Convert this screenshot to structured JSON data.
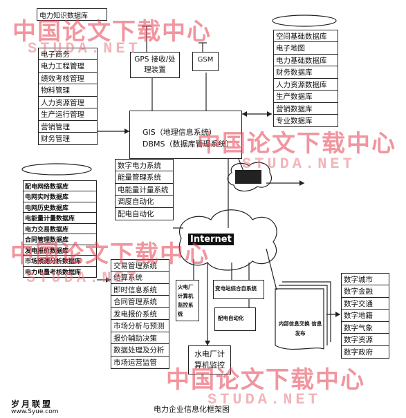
{
  "title_box": "电力知识数据库",
  "left_top_list": [
    "电子商务",
    "电力工程管理",
    "绩效考核管理",
    "物料管理",
    "人力资源管理",
    "生产运行管理",
    "营销管理",
    "财务管理"
  ],
  "gps_box": "GPS 接收/处理装置",
  "gsm_box": "GSM",
  "gis_line1": "GIS（地理信息系统）",
  "gis_line2": "DBMS（数据库管理系统）",
  "right_top_db": [
    "空间基础数据库",
    "电子地图",
    "电力基础数据库",
    "财务数据库",
    "人力资源数据库",
    "生产数据库",
    "营销数据库",
    "专业数据库"
  ],
  "middle_list": [
    "数字电力系统",
    "能量管理系统",
    "电能量计量系统",
    "调度自动化",
    "配电自动化"
  ],
  "left_db": [
    "配电网络数据库",
    "电网实时数据库",
    "电网历史数据库",
    "电能量计量数据库",
    "电力交易数据库",
    "合同管理数据库",
    "发电报价数据库",
    "市场预测分析数据库",
    "电力电量考核数据库"
  ],
  "market_list": [
    "交易管理系统",
    "结算系统",
    "即时信息系统",
    "合同管理系统",
    "发电报价系统",
    "市场分析与预测",
    "报价辅助决策",
    "数据处理及分析",
    "市场运营监管"
  ],
  "small_box1": "火电厂计算机监控系统",
  "small_box2": "变电站综合自系统",
  "small_box3": "配电自动化",
  "hydro_box": "水电厂计算机监控",
  "info_box": "内部信息交换 信息发布",
  "right_list": [
    "数字城市",
    "数字金融",
    "数字交通",
    "数字地籍",
    "数字气象",
    "数字资源",
    "数字政府"
  ],
  "caption": "电力企业信息化框架图",
  "watermark_cn": "中国论文下载中心",
  "watermark_en": "STUDA.NET",
  "brand_cn": "岁月联盟",
  "brand_url": "www.Syue.com",
  "cloud_label": "Internet"
}
